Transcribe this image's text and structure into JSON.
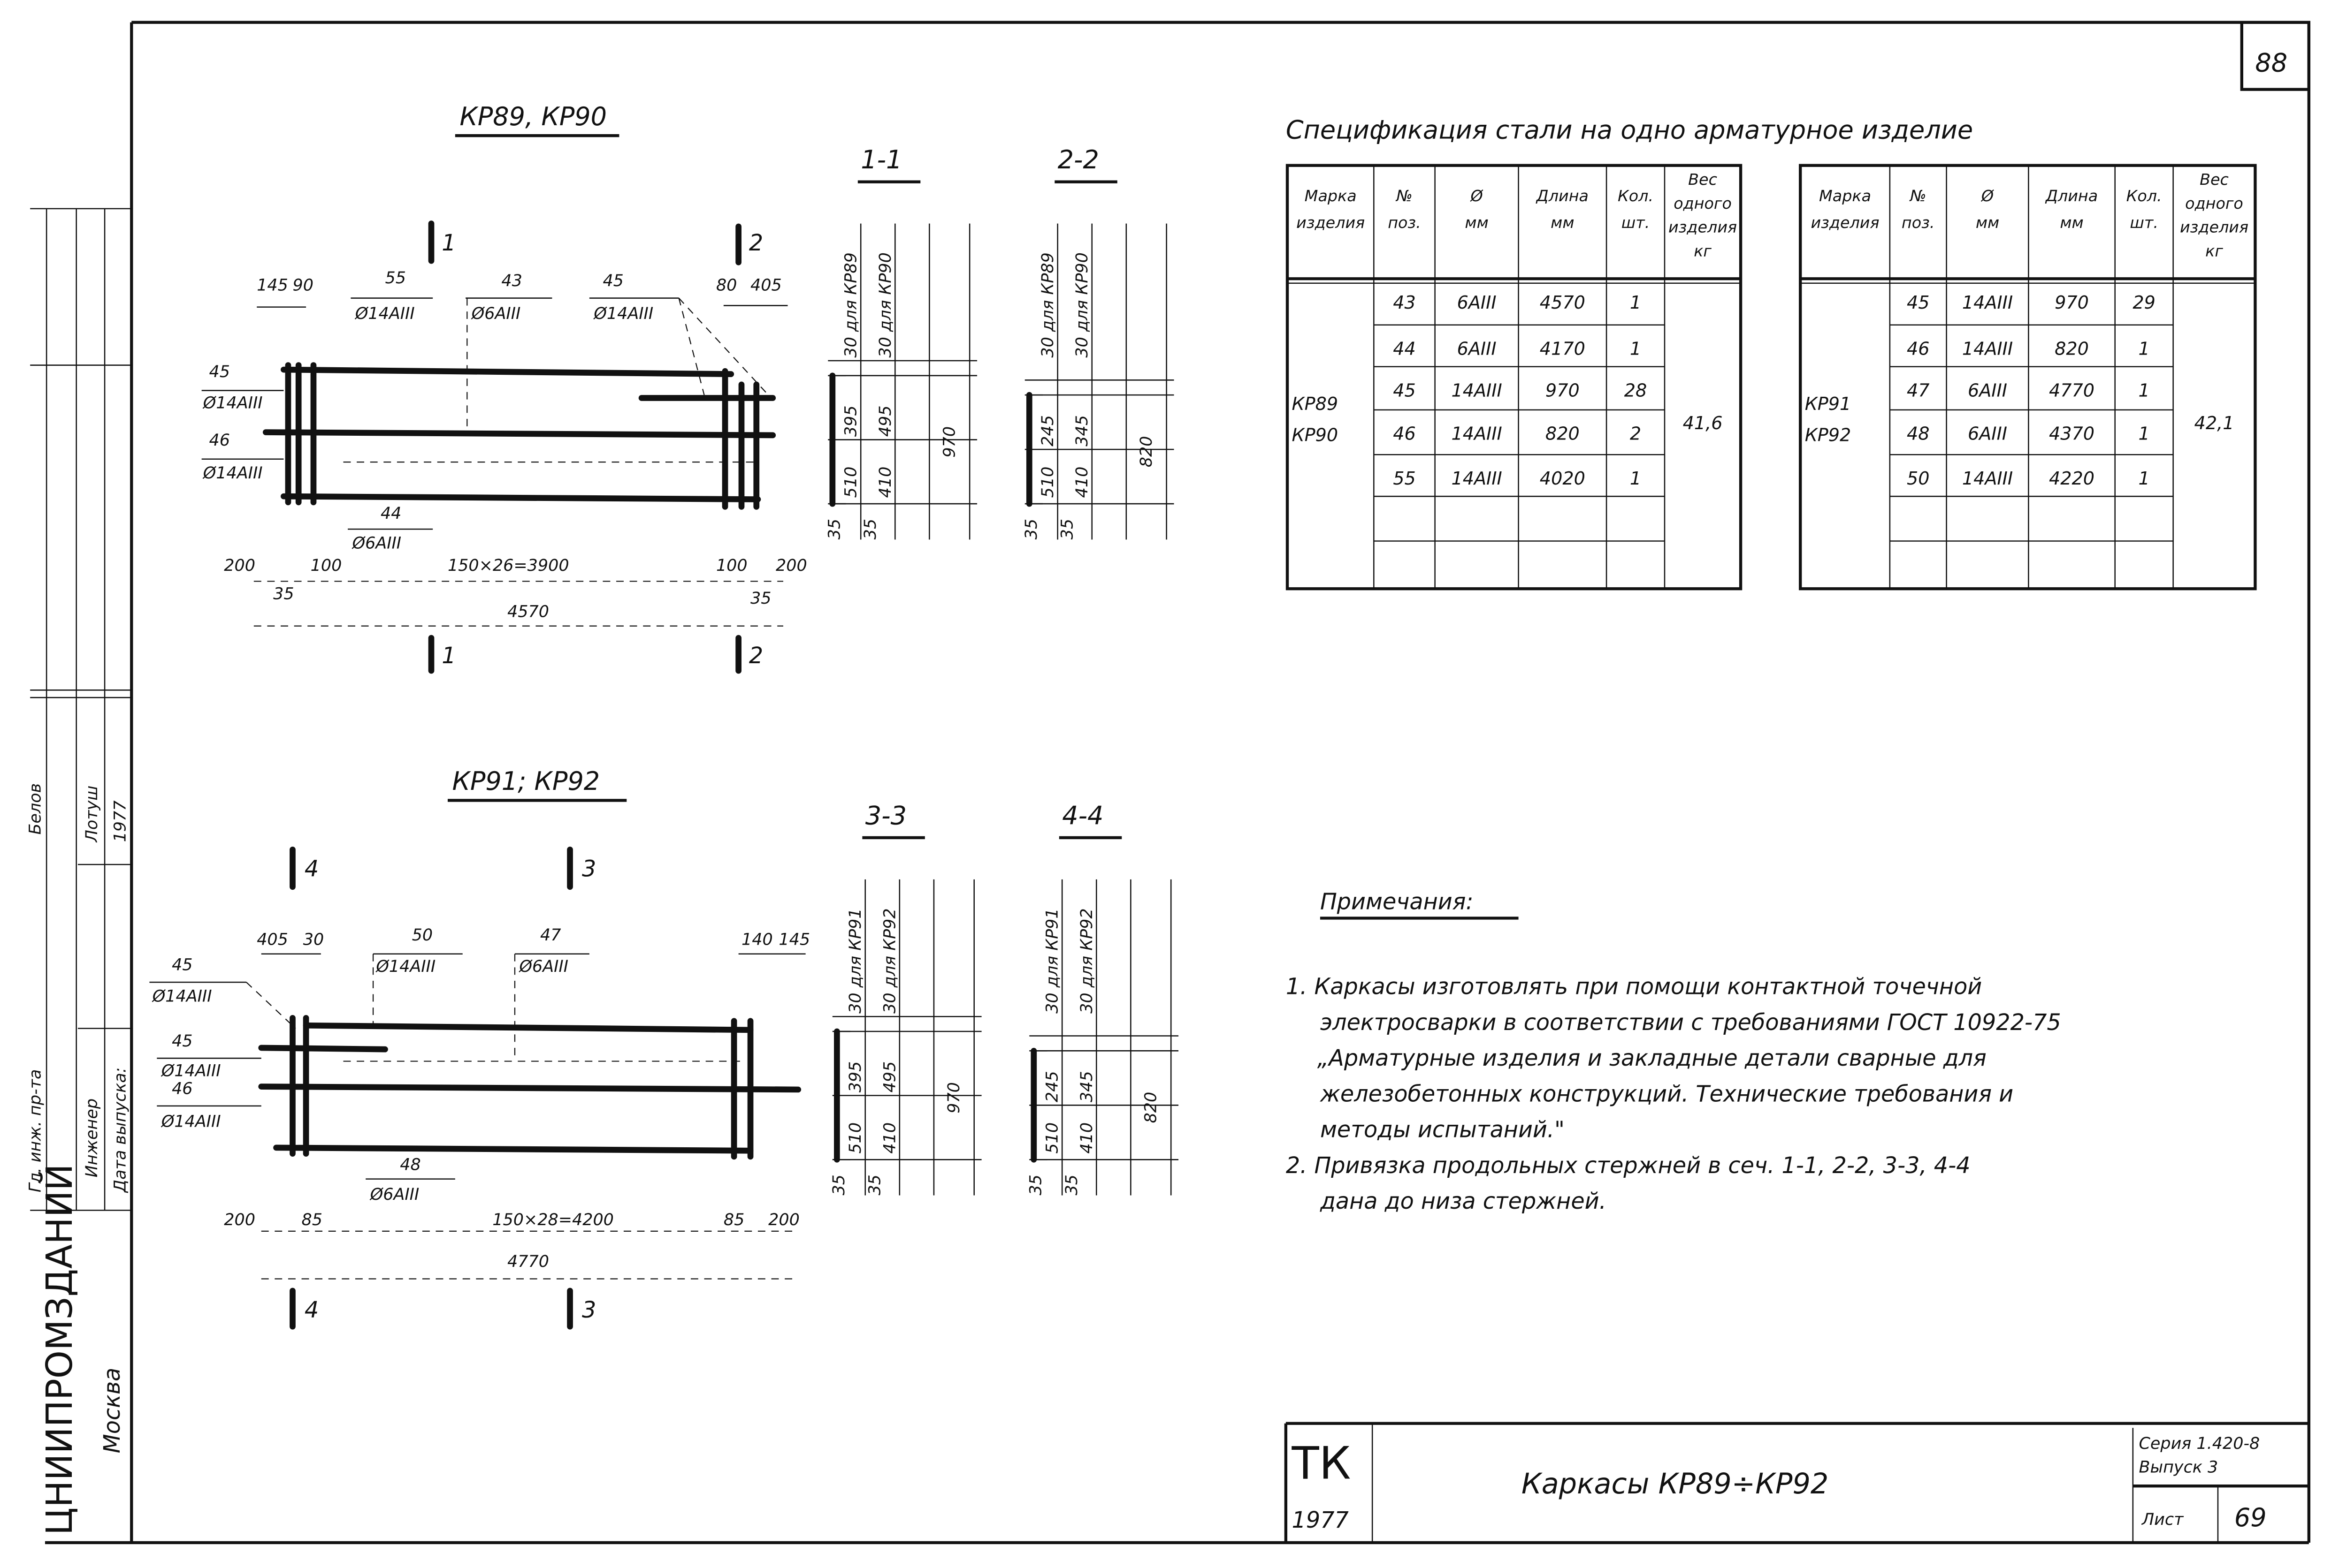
{
  "sheet_number": "88",
  "left_strip": {
    "organization": "ЦНИИПРОМЗДАНИЙ",
    "city": "Москва",
    "roles": [
      "Гл. инж. пр-та",
      "Инженер",
      "Дата выпуска:"
    ],
    "names": [
      "Белов",
      "Лотуш",
      "1977"
    ]
  },
  "drawing_top": {
    "title": "КР89, КР90",
    "cut_marks": [
      "1",
      "2",
      "1",
      "2"
    ],
    "labels": [
      "145",
      "90",
      "55",
      "Ø14АIII",
      "43",
      "Ø6АIII",
      "45",
      "Ø14АIII",
      "80",
      "405",
      "45",
      "Ø14АIII",
      "46",
      "Ø14АIII",
      "44",
      "Ø6АIII",
      "200",
      "100",
      "150×26=3900",
      "100",
      "200",
      "35",
      "35",
      "4570"
    ]
  },
  "drawing_bottom": {
    "title": "КР91; КР92",
    "cut_marks": [
      "4",
      "3",
      "4",
      "3"
    ],
    "labels": [
      "405",
      "30",
      "50",
      "Ø14АIII",
      "47",
      "Ø6АIII",
      "140",
      "145",
      "45",
      "Ø14АIII",
      "45",
      "Ø14АIII",
      "46",
      "Ø14АIII",
      "48",
      "Ø6АIII",
      "200",
      "85",
      "150×28=4200",
      "85",
      "200",
      "4770"
    ]
  },
  "sections": [
    {
      "title": "1-1",
      "labels": [
        "30 для КР89",
        "30 для КР90",
        "395",
        "510",
        "495",
        "410",
        "970",
        "35",
        "35"
      ]
    },
    {
      "title": "2-2",
      "labels": [
        "30 для КР89",
        "30 для КР90",
        "245",
        "510",
        "345",
        "410",
        "820",
        "35",
        "35"
      ]
    },
    {
      "title": "3-3",
      "labels": [
        "30 для КР91",
        "30 для КР92",
        "395",
        "510",
        "495",
        "410",
        "970",
        "35",
        "35"
      ]
    },
    {
      "title": "4-4",
      "labels": [
        "30 для КР91",
        "30 для КР92",
        "245",
        "510",
        "345",
        "410",
        "820",
        "35",
        "35"
      ]
    }
  ],
  "spec": {
    "title": "Спецификация стали на одно арматурное изделие",
    "headers": [
      [
        "Марка",
        "изделия"
      ],
      [
        "№",
        "поз."
      ],
      [
        "Ø",
        "мм"
      ],
      [
        "Длина",
        "мм"
      ],
      [
        "Кол.",
        "шт."
      ],
      [
        "Вес",
        "одного",
        "изделия",
        "кг"
      ]
    ],
    "tables": [
      {
        "marks": [
          "КР89",
          "КР90"
        ],
        "weight": "41,6",
        "rows": [
          [
            "43",
            "6АIII",
            "4570",
            "1"
          ],
          [
            "44",
            "6АIII",
            "4170",
            "1"
          ],
          [
            "45",
            "14АIII",
            "970",
            "28"
          ],
          [
            "46",
            "14АIII",
            "820",
            "2"
          ],
          [
            "55",
            "14АIII",
            "4020",
            "1"
          ]
        ]
      },
      {
        "marks": [
          "КР91",
          "КР92"
        ],
        "weight": "42,1",
        "rows": [
          [
            "45",
            "14АIII",
            "970",
            "29"
          ],
          [
            "46",
            "14АIII",
            "820",
            "1"
          ],
          [
            "47",
            "6АIII",
            "4770",
            "1"
          ],
          [
            "48",
            "6АIII",
            "4370",
            "1"
          ],
          [
            "50",
            "14АIII",
            "4220",
            "1"
          ]
        ]
      }
    ]
  },
  "notes": {
    "heading": "Примечания:",
    "lines": [
      "1.  Каркасы изготовлять при помощи контактной точечной",
      "электросварки в соответствии с требованиями ГОСТ 10922-75",
      "„Арматурные изделия и закладные детали сварные для",
      "железобетонных конструкций. Технические требования и",
      "методы испытаний.\"",
      "2.  Привязка продольных стержней в сеч. 1-1, 2-2, 3-3, 4-4",
      "дана до низа стержней."
    ]
  },
  "title_block": {
    "org_code": "ТК",
    "year": "1977",
    "title": "Каркасы КР89÷КР92",
    "series": "Серия 1.420-8",
    "issue": "Выпуск 3",
    "sheet_label": "Лист",
    "sheet_value": "69"
  }
}
